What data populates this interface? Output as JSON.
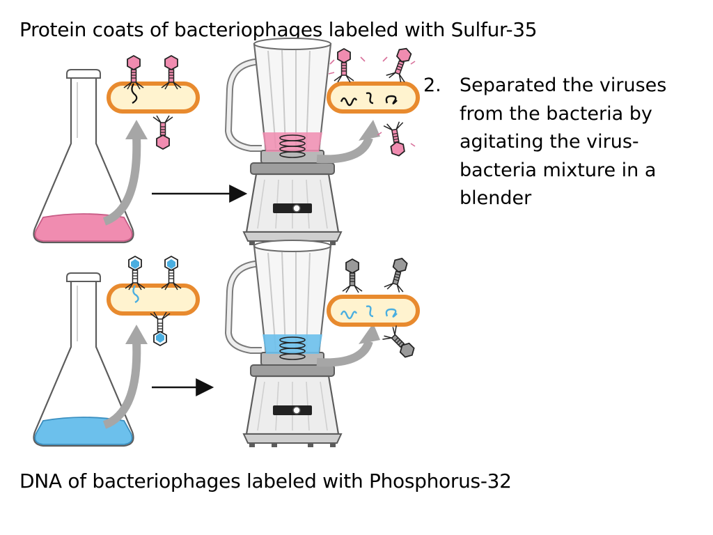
{
  "titles": {
    "top": "Protein coats of bacteriophages labeled with Sulfur-35",
    "bottom": "DNA of bacteriophages labeled with Phosphorus-32"
  },
  "step": {
    "number": "2.",
    "lines": [
      "Separated the viruses",
      "from the bacteria by",
      "agitating the virus-",
      "bacteria mixture in a",
      "blender"
    ]
  },
  "colors": {
    "sulfur_label": "#e0708f",
    "phosphorus_label": "#4aaee0",
    "cell_fill": "#fff3cf",
    "cell_outline": "#e88a2e",
    "curved_arrow": "#a6a6a6",
    "unlabeled_phage": "#8a8a8a"
  },
  "icons": {
    "flask": "erlenmeyer-flask-icon",
    "blender": "blender-icon",
    "phage": "bacteriophage-icon",
    "cell": "bacterium-icon",
    "arrow": "arrow-right-icon"
  }
}
